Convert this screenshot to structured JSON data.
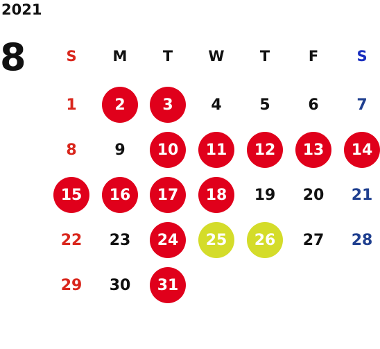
{
  "year": "2021",
  "month": "8",
  "colors": {
    "black": "#111111",
    "sunday_red": "#d9261c",
    "saturday_blue": "#1f3f8f",
    "sat_header_blue": "#1a2fbf",
    "holiday_red": "#e0001b",
    "highlight_lime": "#d4dc2a",
    "white": "#ffffff"
  },
  "weekdays": [
    {
      "label": "S",
      "color": "sunday_red"
    },
    {
      "label": "M",
      "color": "black"
    },
    {
      "label": "T",
      "color": "black"
    },
    {
      "label": "W",
      "color": "black"
    },
    {
      "label": "T",
      "color": "black"
    },
    {
      "label": "F",
      "color": "black"
    },
    {
      "label": "S",
      "color": "sat_header_blue"
    }
  ],
  "weeks": [
    [
      {
        "day": "1",
        "style": "sunday"
      },
      {
        "day": "2",
        "style": "red_circle"
      },
      {
        "day": "3",
        "style": "red_circle"
      },
      {
        "day": "4",
        "style": "plain"
      },
      {
        "day": "5",
        "style": "plain"
      },
      {
        "day": "6",
        "style": "plain"
      },
      {
        "day": "7",
        "style": "saturday"
      }
    ],
    [
      {
        "day": "8",
        "style": "sunday"
      },
      {
        "day": "9",
        "style": "plain"
      },
      {
        "day": "10",
        "style": "red_circle"
      },
      {
        "day": "11",
        "style": "red_circle"
      },
      {
        "day": "12",
        "style": "red_circle"
      },
      {
        "day": "13",
        "style": "red_circle"
      },
      {
        "day": "14",
        "style": "red_circle"
      }
    ],
    [
      {
        "day": "15",
        "style": "red_circle"
      },
      {
        "day": "16",
        "style": "red_circle"
      },
      {
        "day": "17",
        "style": "red_circle"
      },
      {
        "day": "18",
        "style": "red_circle"
      },
      {
        "day": "19",
        "style": "plain"
      },
      {
        "day": "20",
        "style": "plain"
      },
      {
        "day": "21",
        "style": "saturday"
      }
    ],
    [
      {
        "day": "22",
        "style": "sunday"
      },
      {
        "day": "23",
        "style": "plain"
      },
      {
        "day": "24",
        "style": "red_circle"
      },
      {
        "day": "25",
        "style": "lime_circle"
      },
      {
        "day": "26",
        "style": "lime_circle"
      },
      {
        "day": "27",
        "style": "plain"
      },
      {
        "day": "28",
        "style": "saturday"
      }
    ],
    [
      {
        "day": "29",
        "style": "sunday"
      },
      {
        "day": "30",
        "style": "plain"
      },
      {
        "day": "31",
        "style": "red_circle"
      },
      null,
      null,
      null,
      null
    ]
  ]
}
